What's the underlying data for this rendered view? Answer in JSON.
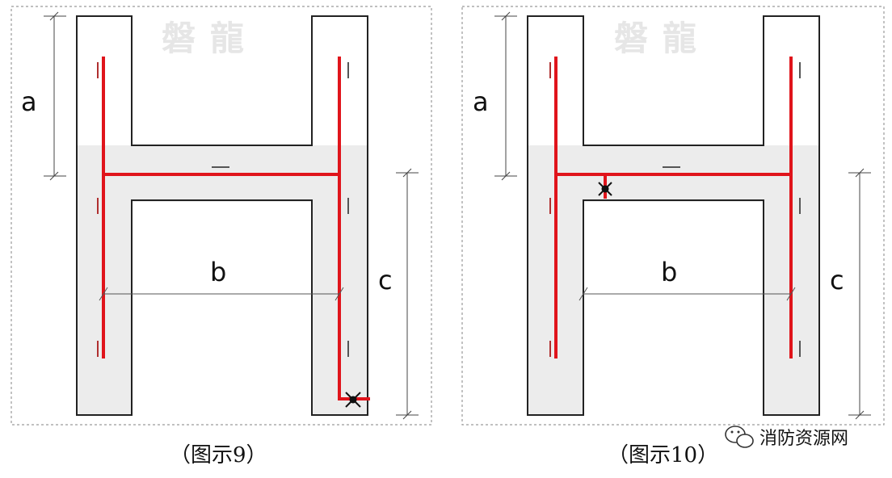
{
  "watermark": "磐龍",
  "panels": [
    {
      "caption": "（图示9）",
      "labels": {
        "a": "a",
        "b": "b",
        "c": "c"
      }
    },
    {
      "caption": "（图示10）",
      "labels": {
        "a": "a",
        "b": "b",
        "c": "c"
      }
    }
  ],
  "brand": {
    "name": "消防资源网",
    "icon": "wechat-icon"
  },
  "colors": {
    "bar": "#e0141b",
    "shade": "#ececec",
    "outline": "#222222",
    "frame": "#9a9a9a"
  }
}
